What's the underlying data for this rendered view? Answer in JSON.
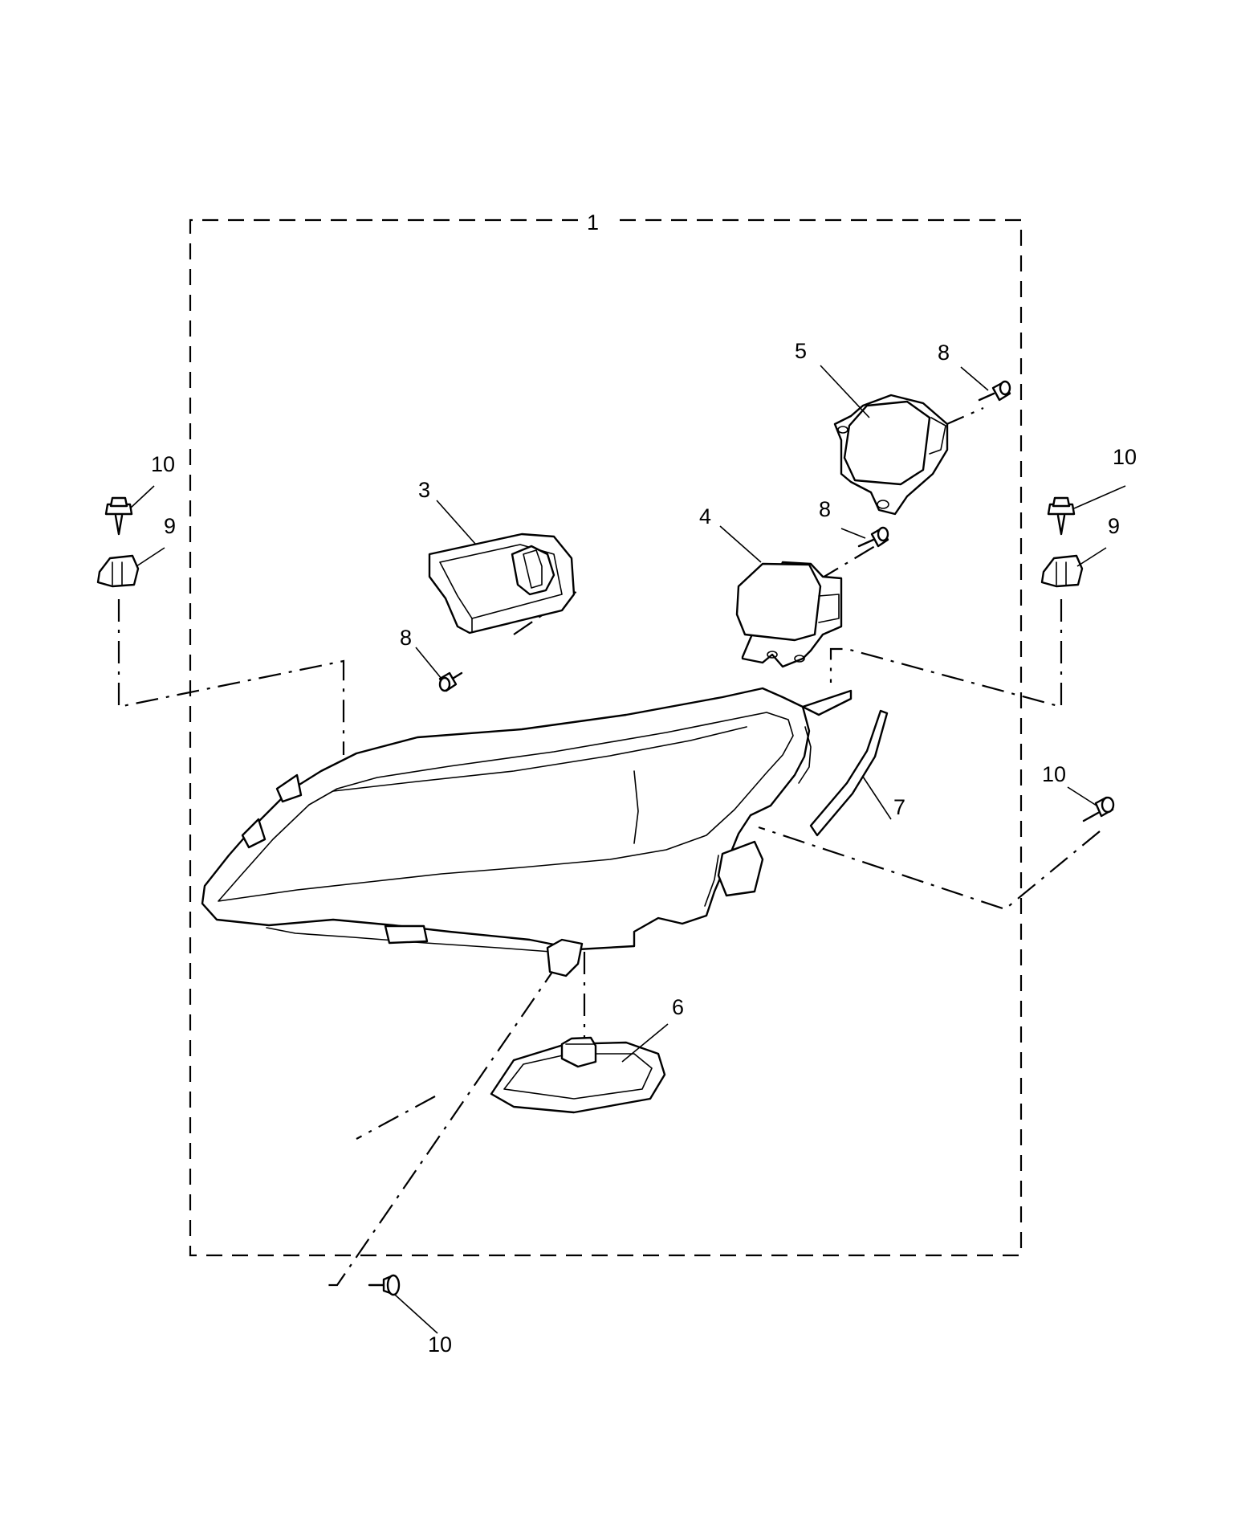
{
  "callouts": {
    "c1": "1",
    "c3": "3",
    "c4": "4",
    "c5": "5",
    "c6": "6",
    "c7": "7",
    "c8a": "8",
    "c8b": "8",
    "c8c": "8",
    "c9a": "9",
    "c9b": "9",
    "c10a": "10",
    "c10b": "10",
    "c10c": "10",
    "c10d": "10"
  }
}
